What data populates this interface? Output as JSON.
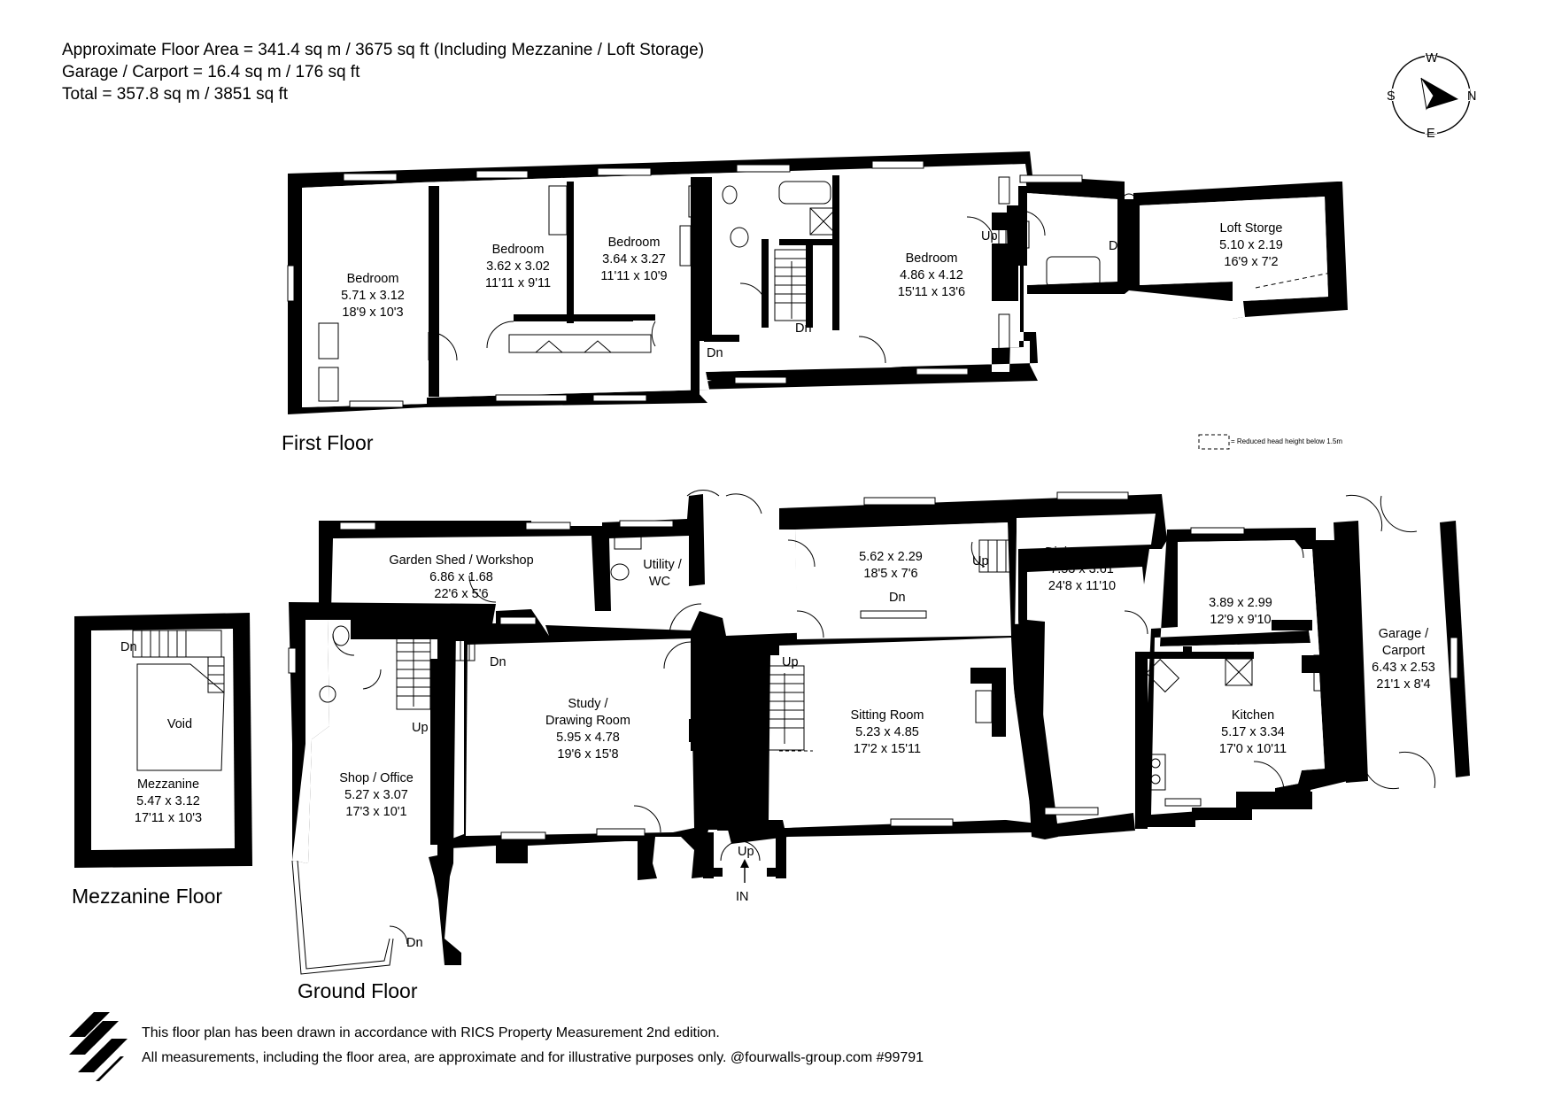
{
  "header": {
    "line1": "Approximate Floor Area = 341.4 sq m / 3675 sq ft (Including Mezzanine / Loft Storage)",
    "line2": "Garage / Carport = 16.4 sq m / 176 sq ft",
    "line3": "Total = 357.8 sq m / 3851 sq ft"
  },
  "compass": {
    "n": "N",
    "s": "S",
    "e": "E",
    "w": "W"
  },
  "floors": {
    "first": "First Floor",
    "mezzanine": "Mezzanine Floor",
    "ground": "Ground Floor"
  },
  "legend": {
    "text": "= Reduced head height below 1.5m"
  },
  "first_floor_rooms": [
    {
      "name": "Bedroom",
      "metric": "5.71 x 3.12",
      "imperial": "18'9 x 10'3"
    },
    {
      "name": "Bedroom",
      "metric": "3.62 x 3.02",
      "imperial": "11'11 x 9'11"
    },
    {
      "name": "Bedroom",
      "metric": "3.64 x 3.27",
      "imperial": "11'11 x 10'9"
    },
    {
      "name": "Bedroom",
      "metric": "4.86 x 4.12",
      "imperial": "15'11 x 13'6"
    },
    {
      "name": "Loft Storge",
      "metric": "5.10 x 2.19",
      "imperial": "16'9 x 7'2"
    }
  ],
  "mezzanine_rooms": [
    {
      "name": "Void"
    },
    {
      "name": "Mezzanine",
      "metric": "5.47 x 3.12",
      "imperial": "17'11 x 10'3"
    }
  ],
  "ground_floor_rooms": [
    {
      "name": "Garden Shed / Workshop",
      "metric": "6.86 x 1.68",
      "imperial": "22'6 x 5'6"
    },
    {
      "name1": "Utility /",
      "name2": "WC"
    },
    {
      "name": "",
      "metric": "5.62 x 2.29",
      "imperial": "18'5 x 7'6"
    },
    {
      "name": "Dining Room",
      "metric": "7.53 x 3.61",
      "imperial": "24'8 x 11'10"
    },
    {
      "name": "",
      "metric": "3.89 x 2.99",
      "imperial": "12'9 x 9'10"
    },
    {
      "name1": "Garage /",
      "name2": "Carport",
      "metric": "6.43 x 2.53",
      "imperial": "21'1 x 8'4"
    },
    {
      "name1": "Study /",
      "name2": "Drawing Room",
      "metric": "5.95 x 4.78",
      "imperial": "19'6 x 15'8"
    },
    {
      "name": "Sitting Room",
      "metric": "5.23 x 4.85",
      "imperial": "17'2 x 15'11"
    },
    {
      "name": "Kitchen",
      "metric": "5.17 x 3.34",
      "imperial": "17'0 x 10'11"
    },
    {
      "name": "Shop / Office",
      "metric": "5.27 x 3.07",
      "imperial": "17'3 x 10'1"
    }
  ],
  "stair_labels": {
    "up": "Up",
    "dn": "Dn",
    "in": "IN"
  },
  "footer": {
    "line1": "This floor plan has been drawn in accordance with RICS Property Measurement 2nd edition.",
    "line2": "All measurements, including the floor area, are approximate and for illustrative purposes only. @fourwalls-group.com #99791"
  }
}
